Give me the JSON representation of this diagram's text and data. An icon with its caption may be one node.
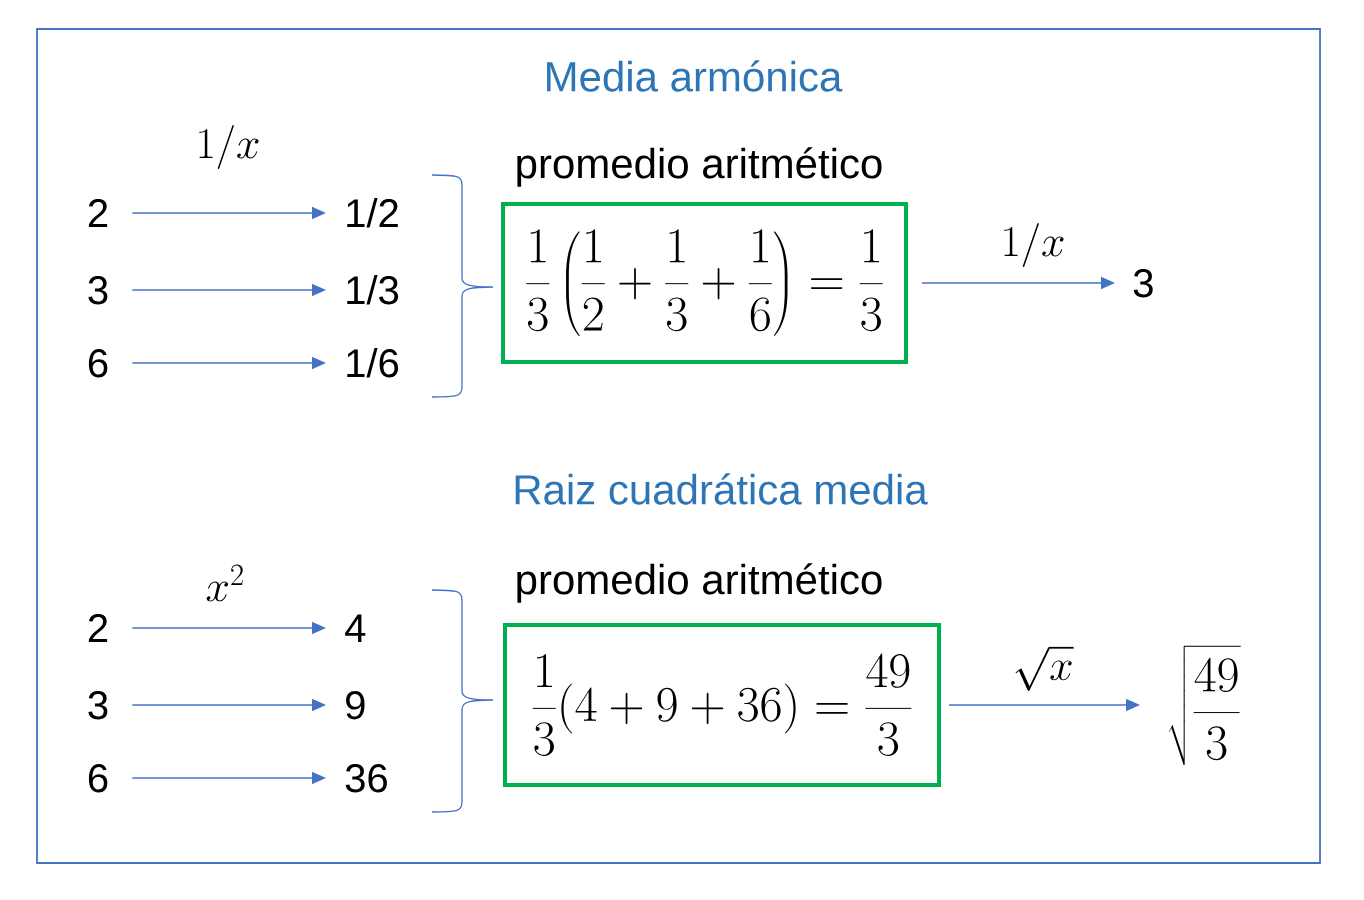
{
  "diagram": {
    "nodes": [
      {
        "text": [
          "2"
        ]
      },
      {
        "text": [
          "3"
        ]
      },
      {
        "text": [
          "6"
        ]
      },
      {
        "text": [
          "1/2"
        ]
      },
      {
        "text": [
          "1/3"
        ]
      },
      {
        "text": [
          "1/6"
        ]
      },
      {
        "text": [
          "promedio aritmético",
          "\\frac{1}{3}\\left(\\frac{1}{2}+\\frac{1}{3}+\\frac{1}{6}\\right)=\\frac{1}{3}"
        ]
      },
      {
        "text": [
          "3"
        ]
      },
      {
        "text": [
          "2"
        ]
      },
      {
        "text": [
          "3"
        ]
      },
      {
        "text": [
          "6"
        ]
      },
      {
        "text": [
          "4"
        ]
      },
      {
        "text": [
          "9"
        ]
      },
      {
        "text": [
          "36"
        ]
      },
      {
        "text": [
          "promedio aritmético",
          "\\frac{1}{3}(4+9+36)=\\frac{49}{3}"
        ]
      },
      {
        "text": [
          "\\sqrt{\\frac{49}{3}}"
        ]
      }
    ],
    "edges": [
      {
        "from": 0,
        "to": 3,
        "arrow": "to",
        "label": "1/x"
      },
      {
        "from": 1,
        "to": 4,
        "arrow": "to"
      },
      {
        "from": 2,
        "to": 5,
        "arrow": "to"
      },
      {
        "from": 6,
        "to": 7,
        "arrow": "to",
        "label": "1/x"
      },
      {
        "from": 8,
        "to": 11,
        "arrow": "to",
        "label": "x^2"
      },
      {
        "from": 9,
        "to": 12,
        "arrow": "to"
      },
      {
        "from": 10,
        "to": 13,
        "arrow": "to"
      },
      {
        "from": 14,
        "to": 15,
        "arrow": "to",
        "label": "\\sqrt{x}"
      }
    ],
    "labels": [
      "Media armónica",
      "Raiz cuadrática media"
    ]
  }
}
